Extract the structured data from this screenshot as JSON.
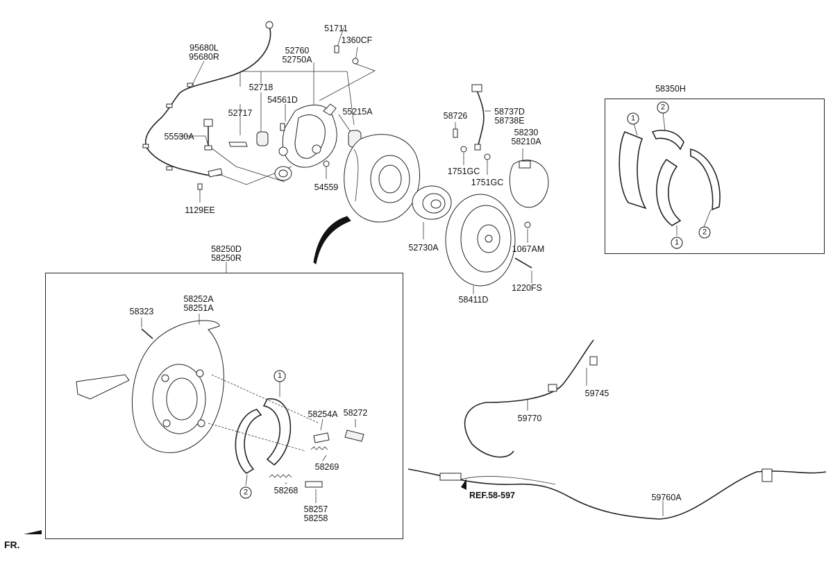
{
  "parts": {
    "p95680": [
      "95680L",
      "95680R"
    ],
    "p52760": [
      "52760",
      "52750A"
    ],
    "p51711": "51711",
    "p1360CF": "1360CF",
    "p52718": "52718",
    "p54561D": "54561D",
    "p52717": "52717",
    "p55215A": "55215A",
    "p55530A": "55530A",
    "p54559": "54559",
    "p1129EE": "1129EE",
    "p58726": "58726",
    "p58737": [
      "58737D",
      "58738E"
    ],
    "p58230": [
      "58230",
      "58210A"
    ],
    "p1751GC_a": "1751GC",
    "p1751GC_b": "1751GC",
    "p52730A": "52730A",
    "p1067AM": "1067AM",
    "p1220FS": "1220FS",
    "p58411D": "58411D",
    "p58350H": "58350H",
    "p58250": [
      "58250D",
      "58250R"
    ],
    "p58252": [
      "58252A",
      "58251A"
    ],
    "p58323": "58323",
    "p58254A": "58254A",
    "p58272": "58272",
    "p58269": "58269",
    "p58268": "58268",
    "p58257": [
      "58257",
      "58258"
    ],
    "p59745": "59745",
    "p59770": "59770",
    "p59760A": "59760A",
    "ref": "REF.58-597",
    "fr": "FR."
  },
  "callouts": {
    "one": "1",
    "two": "2"
  }
}
